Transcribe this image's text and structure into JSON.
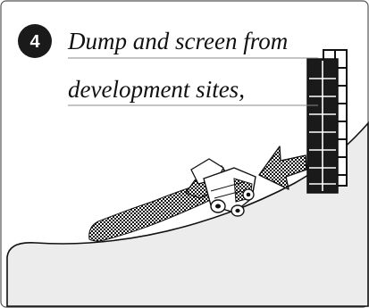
{
  "step": {
    "number": "4",
    "caption_line1": "Dump and screen from",
    "caption_line2": "development sites,"
  },
  "colors": {
    "ink": "#111111",
    "ground_fill": "#ececec",
    "badge": "#1a1a1a"
  },
  "icons": [
    "step-number-badge",
    "screen-tower-icon",
    "arrow-left-icon",
    "dump-truck-icon",
    "gravel-stream"
  ]
}
